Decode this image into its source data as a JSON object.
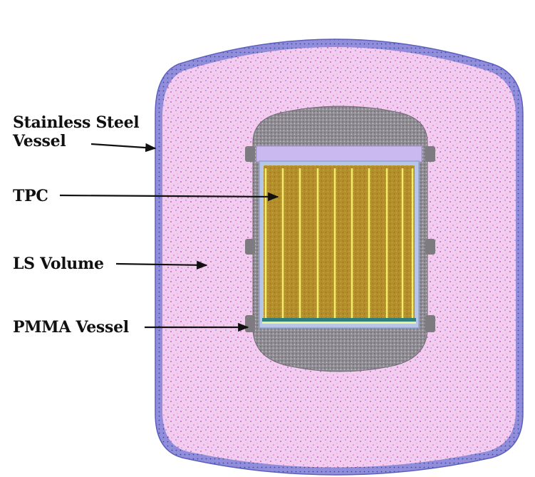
{
  "labels": {
    "stainless_steel_vessel_line1": "Stainless Steel",
    "stainless_steel_vessel_line2": "Vessel",
    "tpc": "TPC",
    "ls_volume": "LS Volume",
    "pmma_vessel": "PMMA Vessel"
  },
  "colors": {
    "outer_vessel_shell": "#6d72c8",
    "ls_fill": "#f0c6ec",
    "ls_speckle": "#c040b0",
    "pmma_vessel": "#8d8a90",
    "tpc_fill": "#b9912a",
    "tpc_field_rings": "#f2ee6a",
    "tpc_top_plate": "#c8b8ee",
    "arrow": "#111111"
  }
}
